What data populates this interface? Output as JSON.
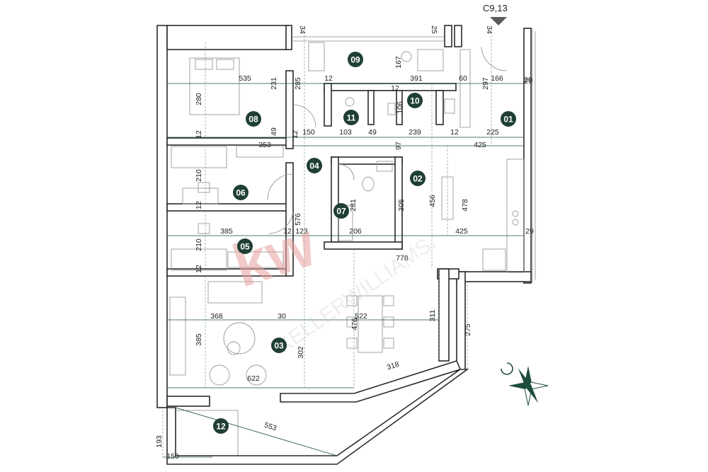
{
  "unit_label": "C9,13",
  "rooms": [
    "01",
    "02",
    "03",
    "04",
    "05",
    "06",
    "07",
    "08",
    "09",
    "10",
    "11",
    "12"
  ],
  "watermark": {
    "logo": "kw",
    "text": "KELLERWILLIAMS."
  },
  "dimensions": [
    "34",
    "25",
    "34",
    "29",
    "535",
    "285",
    "231",
    "280",
    "167",
    "391",
    "12",
    "60",
    "297",
    "166",
    "29",
    "12",
    "106",
    "49",
    "12",
    "150",
    "103",
    "49",
    "239",
    "12",
    "225",
    "12",
    "353",
    "97",
    "425",
    "210",
    "576",
    "281",
    "305",
    "456",
    "478",
    "12",
    "385",
    "12",
    "123",
    "206",
    "425",
    "29",
    "210",
    "778",
    "12",
    "368",
    "30",
    "522",
    "476",
    "311",
    "275",
    "385",
    "302",
    "318",
    "622",
    "193",
    "553",
    "150"
  ],
  "colors": {
    "badge": "#1f3f33",
    "dim_line": "#1f4d3c",
    "watermark_red": "#e8a0a0"
  }
}
